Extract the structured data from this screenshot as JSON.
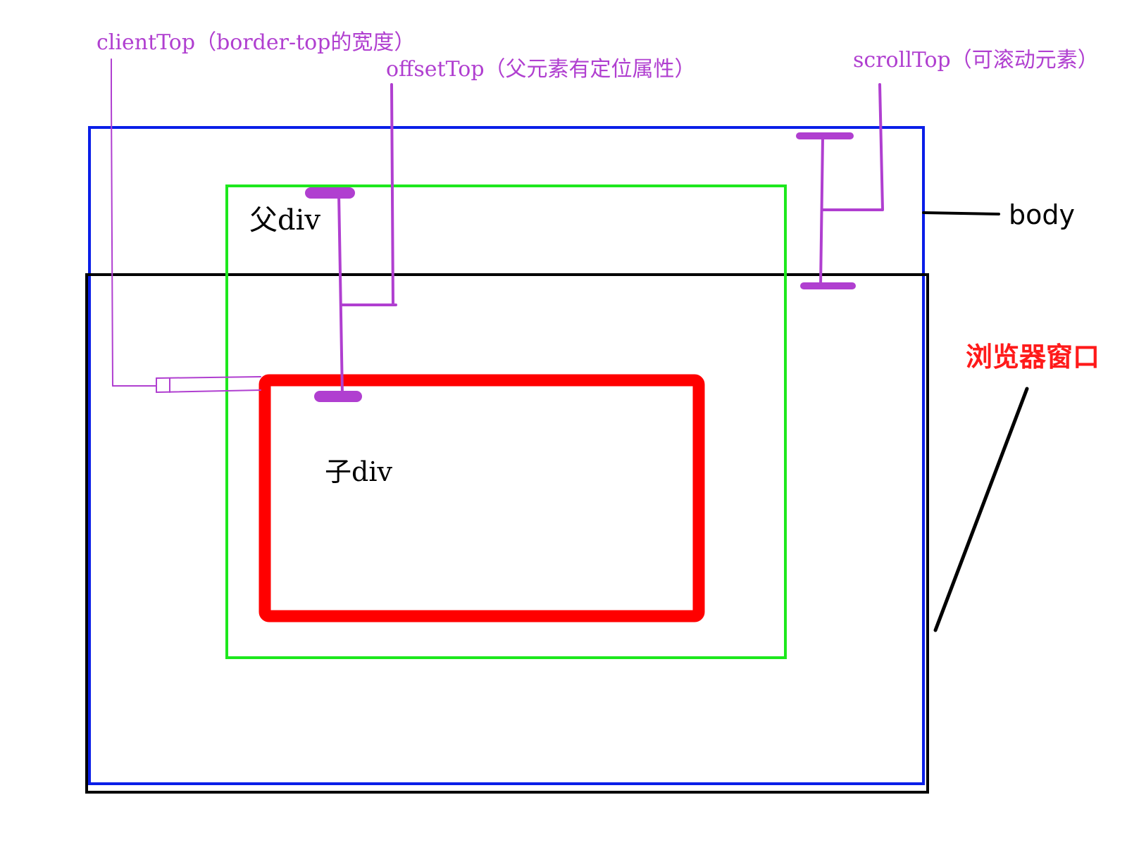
{
  "labels": {
    "client_top": "clientTop（border-top的宽度）",
    "offset_top": "offsetTop（父元素有定位属性）",
    "scroll_top": "scrollTop（可滚动元素）",
    "parent_div": "父div",
    "child_div": "子div",
    "body": "body",
    "browser_window": "浏览器窗口"
  },
  "colors": {
    "annotation": "#b03fd0",
    "body_border": "#0a1ee8",
    "parent_border": "#1de81d",
    "child_border": "#ff0000",
    "window_border": "#000000",
    "browser_label": "#ff1a1a",
    "text": "#000000"
  }
}
